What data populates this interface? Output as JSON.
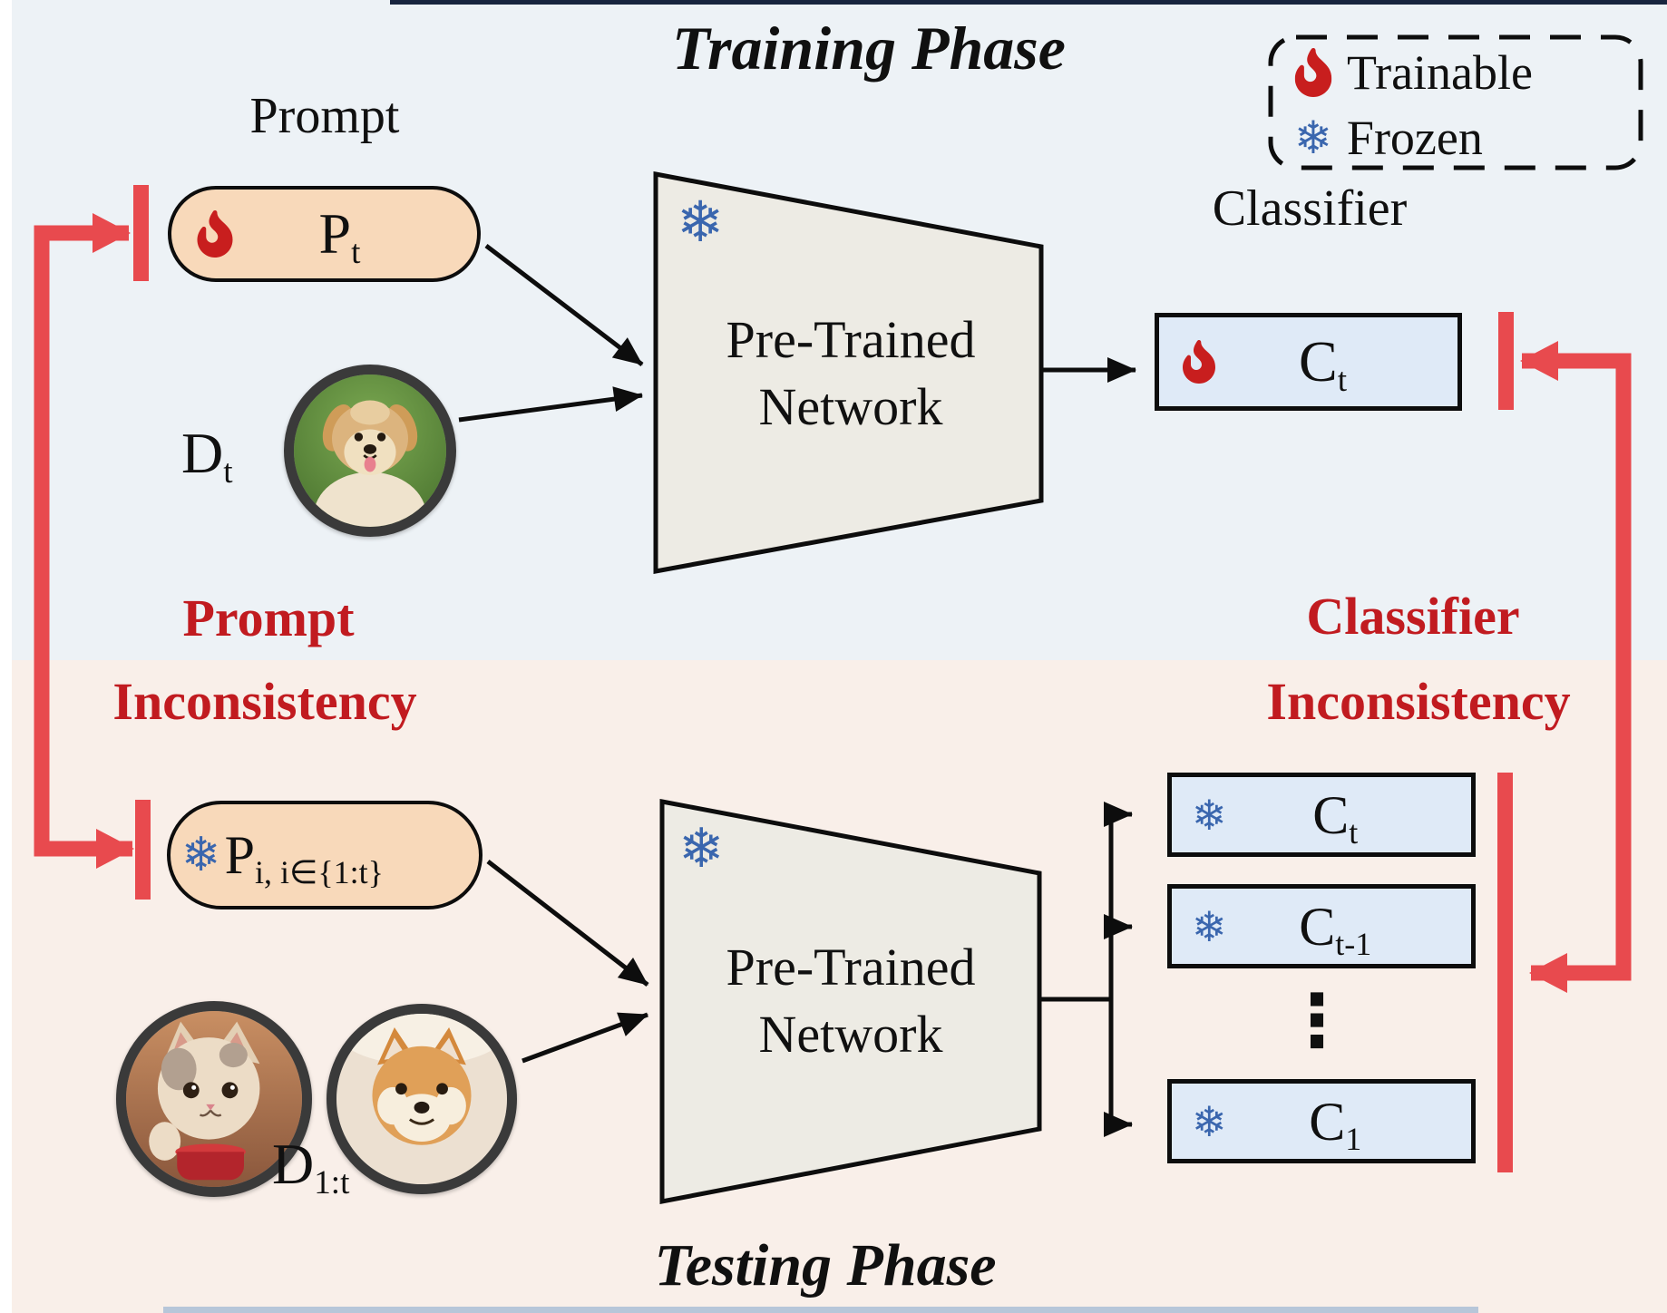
{
  "training_phase": {
    "title": "Training Phase",
    "prompt_label": "Prompt",
    "prompt_symbol": {
      "main": "P",
      "sub": "t"
    },
    "data_symbol": {
      "main": "D",
      "sub": "t"
    },
    "network": {
      "line1": "Pre-Trained",
      "line2": "Network"
    },
    "classifier_label": "Classifier",
    "classifier_symbol": {
      "main": "C",
      "sub": "t"
    }
  },
  "testing_phase": {
    "title": "Testing Phase",
    "prompt_symbol": {
      "main": "P",
      "sub": "i, i∈{1:t}"
    },
    "data_symbol": {
      "main": "D",
      "sub": "1:t"
    },
    "network": {
      "line1": "Pre-Trained",
      "line2": "Network"
    },
    "classifier_symbols": [
      {
        "main": "C",
        "sub": "t"
      },
      {
        "main": "C",
        "sub": "t-1"
      },
      {
        "main": "C",
        "sub": "1"
      }
    ],
    "ellipsis": "⋮"
  },
  "legend": {
    "trainable_label": "Trainable",
    "frozen_label": "Frozen"
  },
  "annotations": {
    "prompt_inconsistency": {
      "line1": "Prompt",
      "line2": "Inconsistency"
    },
    "classifier_inconsistency": {
      "line1": "Classifier",
      "line2": "Inconsistency"
    }
  },
  "icons": {
    "trainable": "fire-icon",
    "frozen": "snowflake-icon",
    "frozen_glyph": "❄"
  },
  "colors": {
    "training_bg": "#edf2f6",
    "testing_bg": "#f9efe9",
    "prompt_pill_fill": "#f8d9ba",
    "classifier_box_fill": "#dfeaf7",
    "network_fill": "#edebe4",
    "arrow_red": "#e84a4e",
    "annotation_red": "#c11b20",
    "fire_red": "#c81e1e",
    "snowflake_blue": "#3a66ae",
    "stroke_black": "#0d0d0d"
  }
}
